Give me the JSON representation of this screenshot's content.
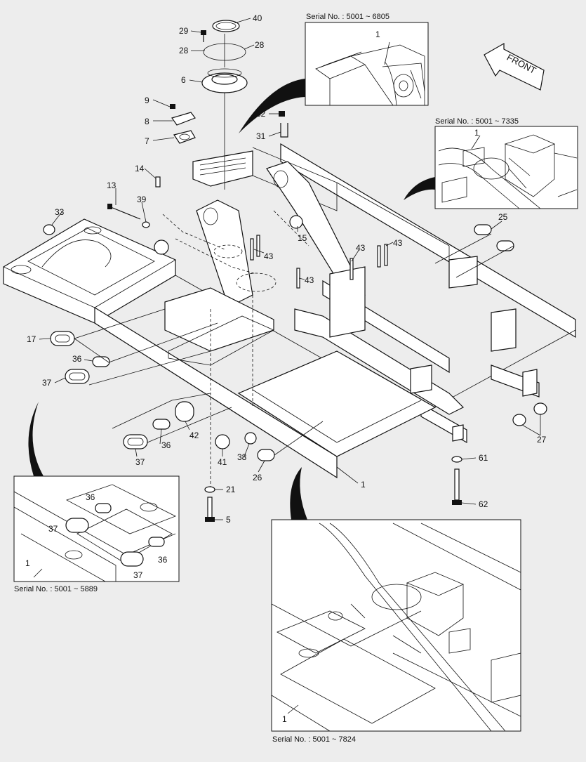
{
  "callouts": {
    "c40": "40",
    "c29": "29",
    "c28a": "28",
    "c28b": "28",
    "c6": "6",
    "c9": "9",
    "c8": "8",
    "c7": "7",
    "c32": "32",
    "c31": "31",
    "c14": "14",
    "c13": "13",
    "c39": "39",
    "c33": "33",
    "c15": "15",
    "c43a": "43",
    "c43b": "43",
    "c43c": "43",
    "c43d": "43",
    "c25": "25",
    "c17": "17",
    "c36a": "36",
    "c37a": "37",
    "c36b": "36",
    "c37b": "37",
    "c42": "42",
    "c41": "41",
    "c38": "38",
    "c26": "26",
    "c1main": "1",
    "c27": "27",
    "c61": "61",
    "c62": "62",
    "c21": "21",
    "c5": "5",
    "p1_1": "1",
    "p2_1": "1",
    "p3_36a": "36",
    "p3_37a": "37",
    "p3_36b": "36",
    "p3_37b": "37",
    "p3_1": "1",
    "p4_1": "1"
  },
  "insets": {
    "serial_top": "Serial No. : 5001 ~ 6805",
    "serial_right": "Serial No. : 5001 ~ 7335",
    "serial_left": "Serial No. : 5001 ~ 5889",
    "serial_bottom": "Serial No. : 5001 ~ 7824"
  },
  "front_arrow": {
    "label": "FRONT",
    "icon": "front-direction-arrow-icon"
  }
}
